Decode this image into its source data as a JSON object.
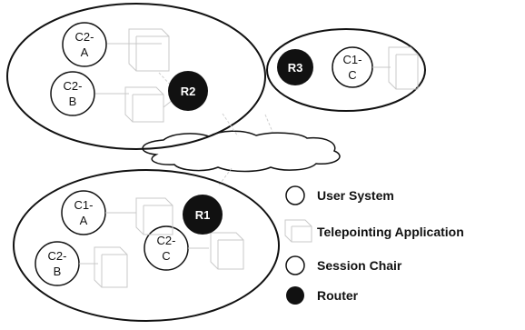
{
  "colors": {
    "outline": "#111111",
    "router_fill": "#111111",
    "faint_lines": "#c9c9c9",
    "background": "#ffffff"
  },
  "groups": [
    {
      "nodes": [
        {
          "type": "user-system",
          "line1": "C2-",
          "line2": "A"
        },
        {
          "type": "user-system",
          "line1": "C2-",
          "line2": "B"
        }
      ],
      "router": "R2"
    },
    {
      "nodes": [
        {
          "type": "session-chair",
          "line1": "C1-",
          "line2": "C"
        }
      ],
      "router": "R3"
    },
    {
      "nodes": [
        {
          "type": "user-system",
          "line1": "C1-",
          "line2": "A"
        },
        {
          "type": "user-system",
          "line1": "C2-",
          "line2": "B"
        },
        {
          "type": "user-system",
          "line1": "C2-",
          "line2": "C"
        }
      ],
      "router": "R1"
    }
  ],
  "network_cloud": {
    "icon": "cloud-icon"
  },
  "legend": [
    {
      "icon": "open-circle-icon",
      "label": "User System"
    },
    {
      "icon": "cube-icon",
      "label": "Telepointing Application"
    },
    {
      "icon": "open-circle-icon",
      "label": "Session Chair"
    },
    {
      "icon": "filled-circle-icon",
      "label": "Router"
    }
  ]
}
